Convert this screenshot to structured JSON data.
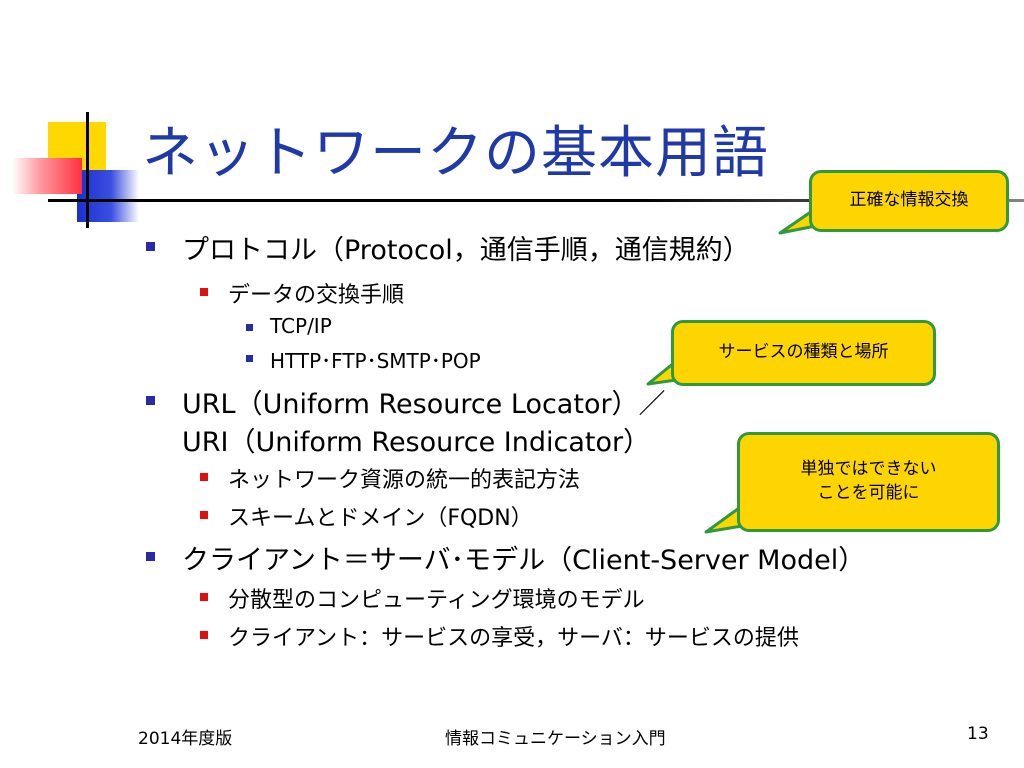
{
  "slide": {
    "title": "ネットワークの基本用語",
    "items": [
      {
        "level": 1,
        "text": "プロトコル（Protocol，通信手順，通信規約）"
      },
      {
        "level": 2,
        "text": "データの交換手順"
      },
      {
        "level": 3,
        "text": "TCP/IP"
      },
      {
        "level": 3,
        "text": "HTTP･FTP･SMTP･POP"
      },
      {
        "level": 1,
        "text": "URL（Uniform Resource Locator）／"
      },
      {
        "level": 1,
        "text": "URI（Uniform Resource Indicator）"
      },
      {
        "level": 2,
        "text": "ネットワーク資源の統一的表記方法"
      },
      {
        "level": 2,
        "text": "スキームとドメイン（FQDN）"
      },
      {
        "level": 1,
        "text": "クライアント＝サーバ･モデル（Client-Server Model）"
      },
      {
        "level": 2,
        "text": "分散型のコンピューティング環境のモデル"
      },
      {
        "level": 2,
        "text": "クライアント：サービスの享受，サーバ：サービスの提供"
      }
    ],
    "callouts": {
      "c1": "正確な情報交換",
      "c2": "サービスの種類と場所",
      "c3_line1": "単独ではできない",
      "c3_line2": "ことを可能に"
    },
    "footer": {
      "left": "2014年度版",
      "center": "情報コミュニケーション入門",
      "right": "13"
    }
  },
  "colors": {
    "title": "#1f3aa8",
    "callout_fill": "#ffd500",
    "callout_border": "#2e9a3c",
    "bullet_level1": "#2a2aa8",
    "bullet_level2": "#e01010"
  }
}
